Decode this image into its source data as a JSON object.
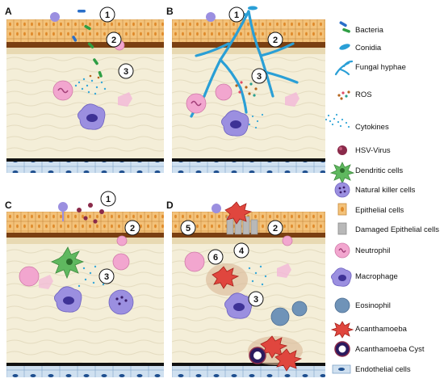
{
  "panels": [
    {
      "letter": "A",
      "markers": [
        "1",
        "2",
        "3"
      ]
    },
    {
      "letter": "B",
      "markers": [
        "1",
        "2",
        "3"
      ]
    },
    {
      "letter": "C",
      "markers": [
        "1",
        "2",
        "3"
      ]
    },
    {
      "letter": "D",
      "markers": [
        "2",
        "3",
        "4",
        "5",
        "6"
      ]
    }
  ],
  "legend": [
    {
      "label": "Bacteria",
      "icon": "bacteria-icon"
    },
    {
      "label": "Conidia",
      "icon": "conidia-icon"
    },
    {
      "label": "Fungal hyphae",
      "icon": "fungal-hyphae-icon"
    },
    {
      "label": "ROS",
      "icon": "ros-icon"
    },
    {
      "label": "Cytokines",
      "icon": "cytokines-icon"
    },
    {
      "label": "HSV-Virus",
      "icon": "hsv-virus-icon"
    },
    {
      "label": "Dendritic cells",
      "icon": "dendritic-cell-icon"
    },
    {
      "label": "Natural killer cells",
      "icon": "nk-cell-icon"
    },
    {
      "label": "Epithelial cells",
      "icon": "epithelial-cell-icon"
    },
    {
      "label": "Damaged Epithelial cells",
      "icon": "damaged-epithelial-cell-icon"
    },
    {
      "label": "Neutrophil",
      "icon": "neutrophil-icon"
    },
    {
      "label": "Macrophage",
      "icon": "macrophage-icon"
    },
    {
      "label": "Eosinophil",
      "icon": "eosinophil-icon"
    },
    {
      "label": "Acanthamoeba",
      "icon": "acanthamoeba-icon"
    },
    {
      "label": "Acanthamoeba Cyst",
      "icon": "acanthamoeba-cyst-icon"
    },
    {
      "label": "Endothelial cells",
      "icon": "endothelial-cell-icon"
    }
  ],
  "colors": {
    "epithelium": "#f3c27a",
    "epithelium_border": "#c98a3c",
    "bowman": "#7a3f12",
    "stroma": "#f3ecd6",
    "endothelium": "#cfe0f0",
    "nucleus": "#3a6fb0",
    "neutrophil": "#f2a6cf",
    "macrophage": "#9b8fe0",
    "eosinophil": "#6f93b8",
    "acanthamoeba": "#e0463e",
    "hyphae": "#2a9fd6",
    "bacteria_green": "#2f9e44",
    "bacteria_blue": "#2a6fc9",
    "dendritic": "#5fb85f",
    "ros": "#b5651d",
    "cytokines": "#38a8d8"
  }
}
